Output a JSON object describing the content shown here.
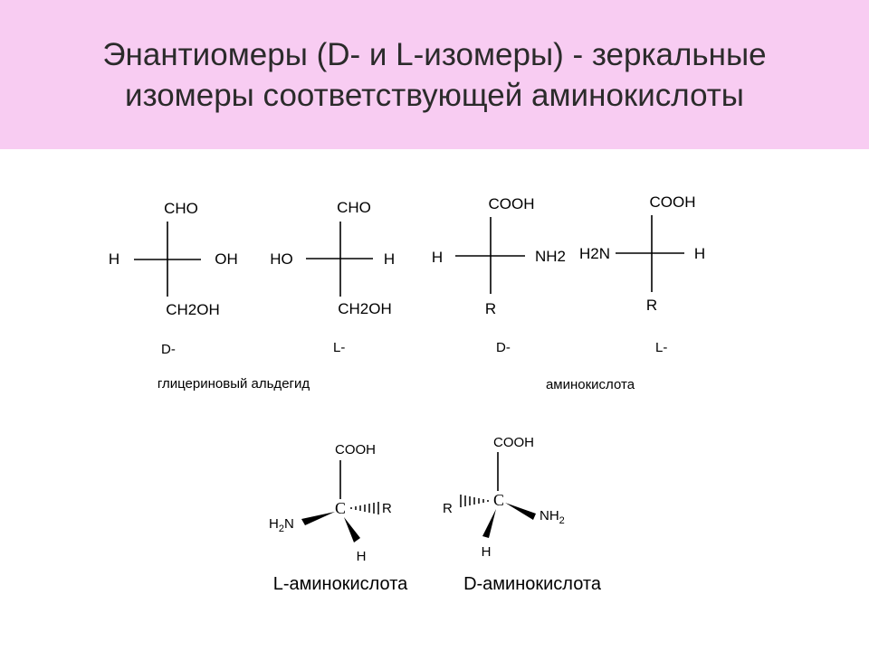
{
  "slide": {
    "title_line1": "Энантиомеры (D- и L-изомеры) -  зеркальные",
    "title_line2": "изомеры соответствующей аминокислоты"
  },
  "colors": {
    "header_bg": "#f8ccf2",
    "text": "#000000"
  },
  "glyceraldehyde": {
    "d": {
      "top": "CHO",
      "left": "H",
      "right": "OH",
      "bottom": "CH2OH",
      "config": "D-"
    },
    "l": {
      "top": "CHO",
      "left": "HO",
      "right": "H",
      "bottom": "CH2OH",
      "config": "L-"
    },
    "caption": "глицериновый альдегид"
  },
  "amino_fischer": {
    "d": {
      "top": "COOH",
      "left": "H",
      "right": "NH2",
      "bottom": "R",
      "config": "D-"
    },
    "l": {
      "top": "COOH",
      "left": "H2N",
      "right": "H",
      "bottom": "R",
      "config": "L-"
    },
    "caption": "аминокислота"
  },
  "amino_3d": {
    "l": {
      "center": "C",
      "top": "COOH",
      "dash": "R",
      "wedge_main": "H",
      "wedge_sub": "2",
      "wedge_tail": "N",
      "down": "H",
      "caption": "L-аминокислота"
    },
    "d": {
      "center": "C",
      "top": "COOH",
      "dash": "R",
      "wedge_main": "NH",
      "wedge_sub": "2",
      "down": "H",
      "caption": "D-аминокислота"
    }
  }
}
